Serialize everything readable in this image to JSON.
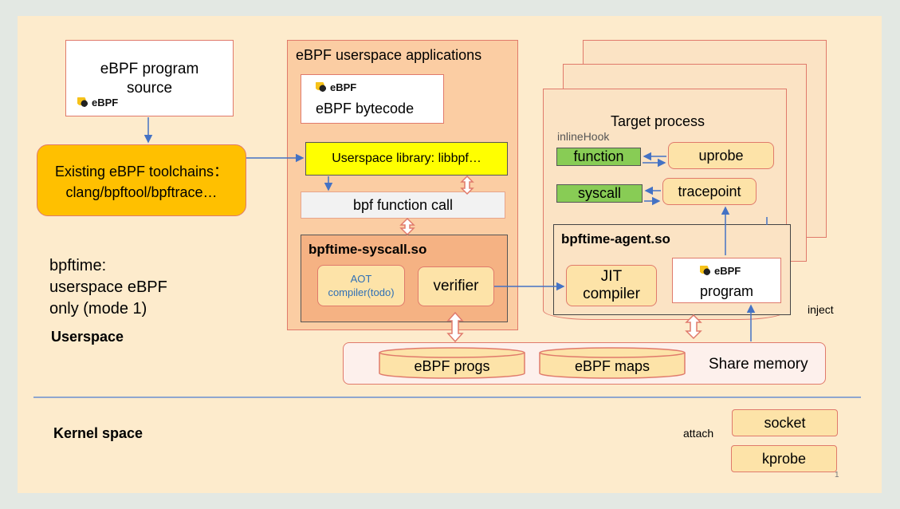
{
  "source_box": {
    "line1": "eBPF program",
    "line2": "source",
    "logo_text": "eBPF"
  },
  "toolchains_box": {
    "line1": "Existing eBPF toolchains：",
    "line2": "clang/bpftool/bpftrace…"
  },
  "mode_text": {
    "line1": "bpftime:",
    "line2": "userspace eBPF",
    "line3": "only (mode 1)"
  },
  "userspace_label": "Userspace",
  "kernel_label": "Kernel space",
  "apps_panel": {
    "title": "eBPF userspace applications",
    "bytecode_logo": "eBPF",
    "bytecode_label": "eBPF bytecode",
    "library_label": "Userspace library: libbpf…",
    "function_call_label": "bpf function call",
    "syscall_so": {
      "title": "bpftime-syscall.so",
      "aot_line1": "AOT",
      "aot_line2": "compiler(todo)",
      "verifier_label": "verifier"
    }
  },
  "target": {
    "title": "Target process",
    "inline_hook": "inlineHook",
    "function_label": "function",
    "uprobe_label": "uprobe",
    "syscall_label": "syscall",
    "tracepoint_label": "tracepoint",
    "agent": {
      "title": "bpftime-agent.so",
      "jit_line1": "JIT",
      "jit_line2": "compiler",
      "program_logo": "eBPF",
      "program_label": "program"
    }
  },
  "inject_label": "inject",
  "share_memory": {
    "label": "Share memory",
    "progs_label": "eBPF progs",
    "maps_label": "eBPF maps"
  },
  "attach_label": "attach",
  "socket_label": "socket",
  "kprobe_label": "kprobe",
  "page_number": "1",
  "colors": {
    "background": "#fdebcc",
    "toolchain_fill": "#ffc000",
    "library_fill": "#ffff00",
    "hook_fill": "#88cc55",
    "arrow": "#4472c4"
  }
}
